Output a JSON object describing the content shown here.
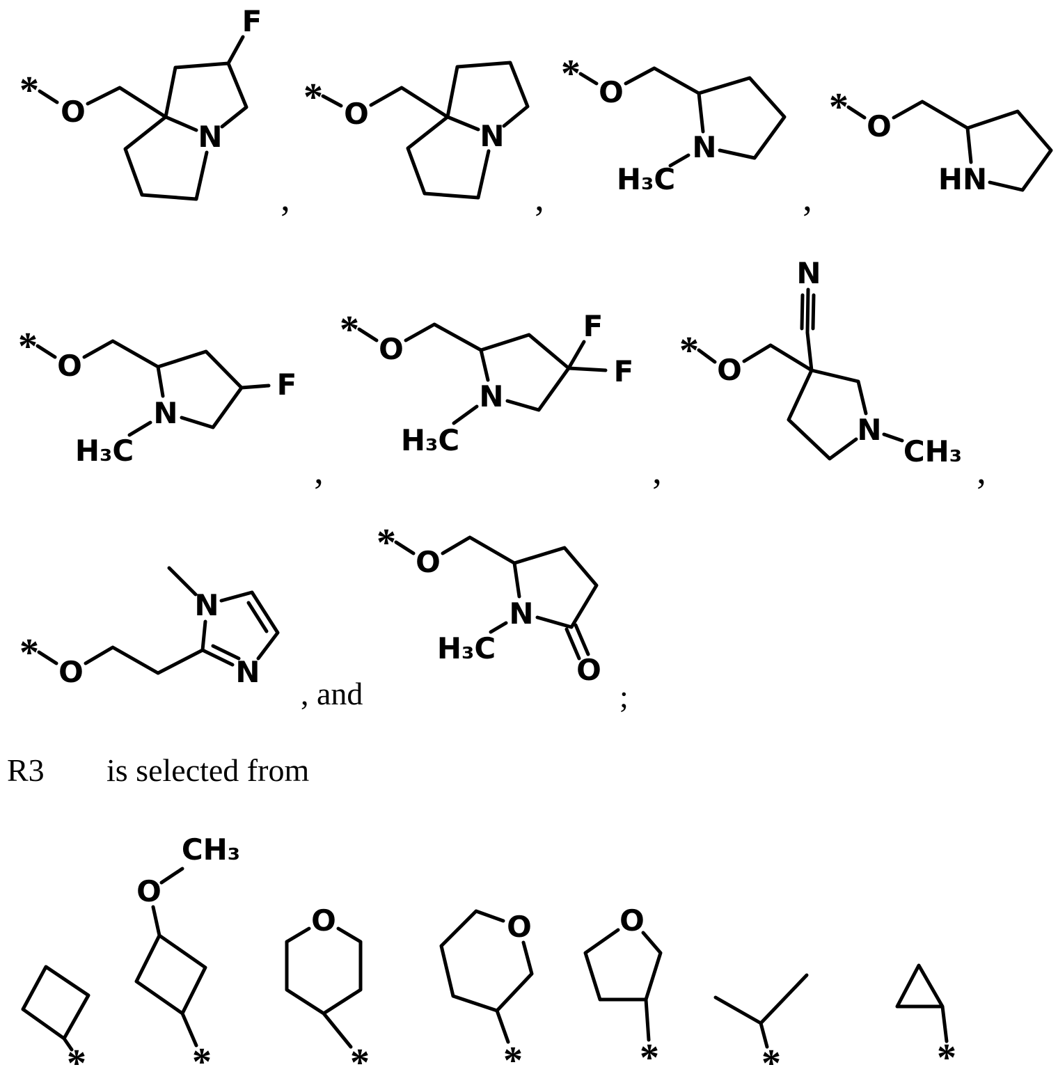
{
  "atoms": {
    "star": "*",
    "O": "O",
    "N": "N",
    "F": "F",
    "HN": "HN",
    "H3C": "H₃C",
    "CH3": "CH₃"
  },
  "punctuation": {
    "comma": ",",
    "comma_and": ", and",
    "semicolon": ";"
  },
  "prose": {
    "r3_label": "R3",
    "r3_text": "is selected from"
  }
}
